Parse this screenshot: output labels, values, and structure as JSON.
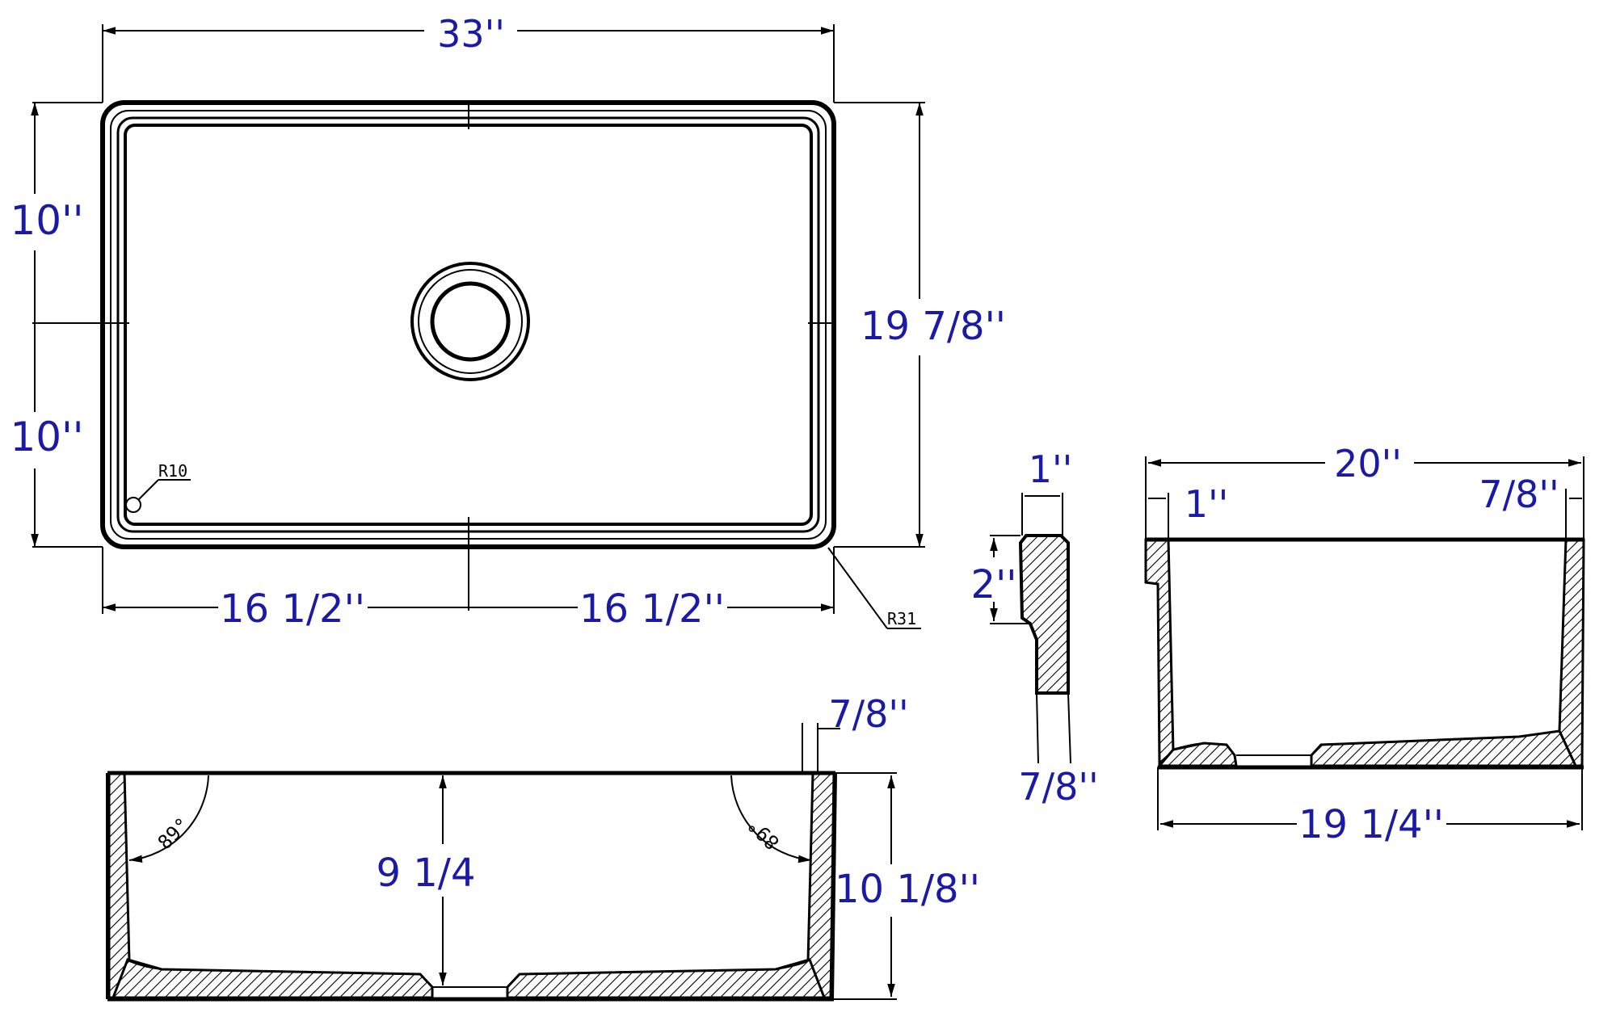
{
  "colors": {
    "dimension_text": "#1a1aa6",
    "line": "#000000",
    "background": "#ffffff"
  },
  "top_view": {
    "overall_width": "33''",
    "left_half_depth": "10''",
    "right_half_depth": "10''",
    "overall_depth": "19 7/8''",
    "left_half_width": "16 1/2''",
    "right_half_width": "16 1/2''",
    "inner_radius_label": "R10",
    "outer_radius_label": "R31"
  },
  "front_section": {
    "rim_thickness": "7/8''",
    "inner_depth": "9 1/4",
    "overall_height": "10 1/8''",
    "left_wall_angle": "89°",
    "right_wall_angle": "89°"
  },
  "apron_profile": {
    "top_thickness": "1''",
    "step_height": "2''",
    "bottom_thickness": "7/8''"
  },
  "side_section": {
    "overall_width": "20''",
    "front_wall_thickness": "1''",
    "back_wall_thickness": "7/8''",
    "bottom_width": "19 1/4''"
  }
}
